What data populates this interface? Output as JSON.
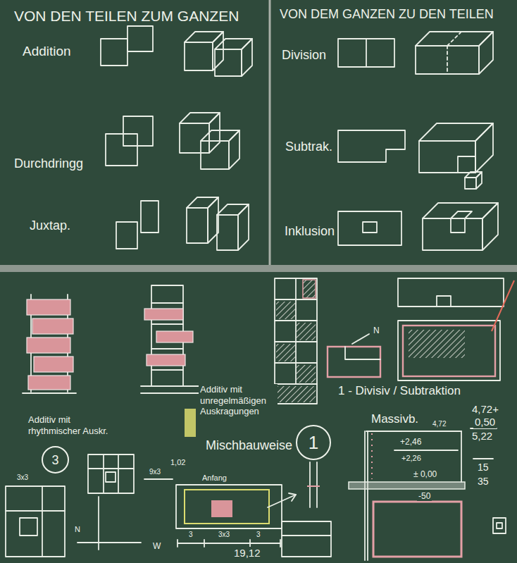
{
  "diagram": {
    "nodes": [
      {
        "text": [
          "3"
        ]
      },
      {
        "text": [
          "1"
        ]
      }
    ],
    "labels": [
      "VON DEN TEILEN ZUM GANZEN",
      "VON DEM GANZEN ZU DEN TEILEN",
      "Addition",
      "Durchdringg",
      "Juxtap.",
      "Division",
      "Subtrak.",
      "Inklusion",
      "Additiv mit unregelmäßigen Auskragungen",
      "Additiv mit rhythmischer Auskr.",
      "Mischbauweise",
      "1 - Divisiv / Subtraktion",
      "Massivb.",
      "4,72+",
      "0,50",
      "5,22",
      "+2,46",
      "4,72",
      "+2,26",
      "± 0,00",
      "-50",
      "15",
      "35",
      "N",
      "1,02",
      "Anfang",
      "9x3",
      "19,12",
      "3x3",
      "W",
      "N",
      "3",
      "3x3",
      "3"
    ]
  }
}
